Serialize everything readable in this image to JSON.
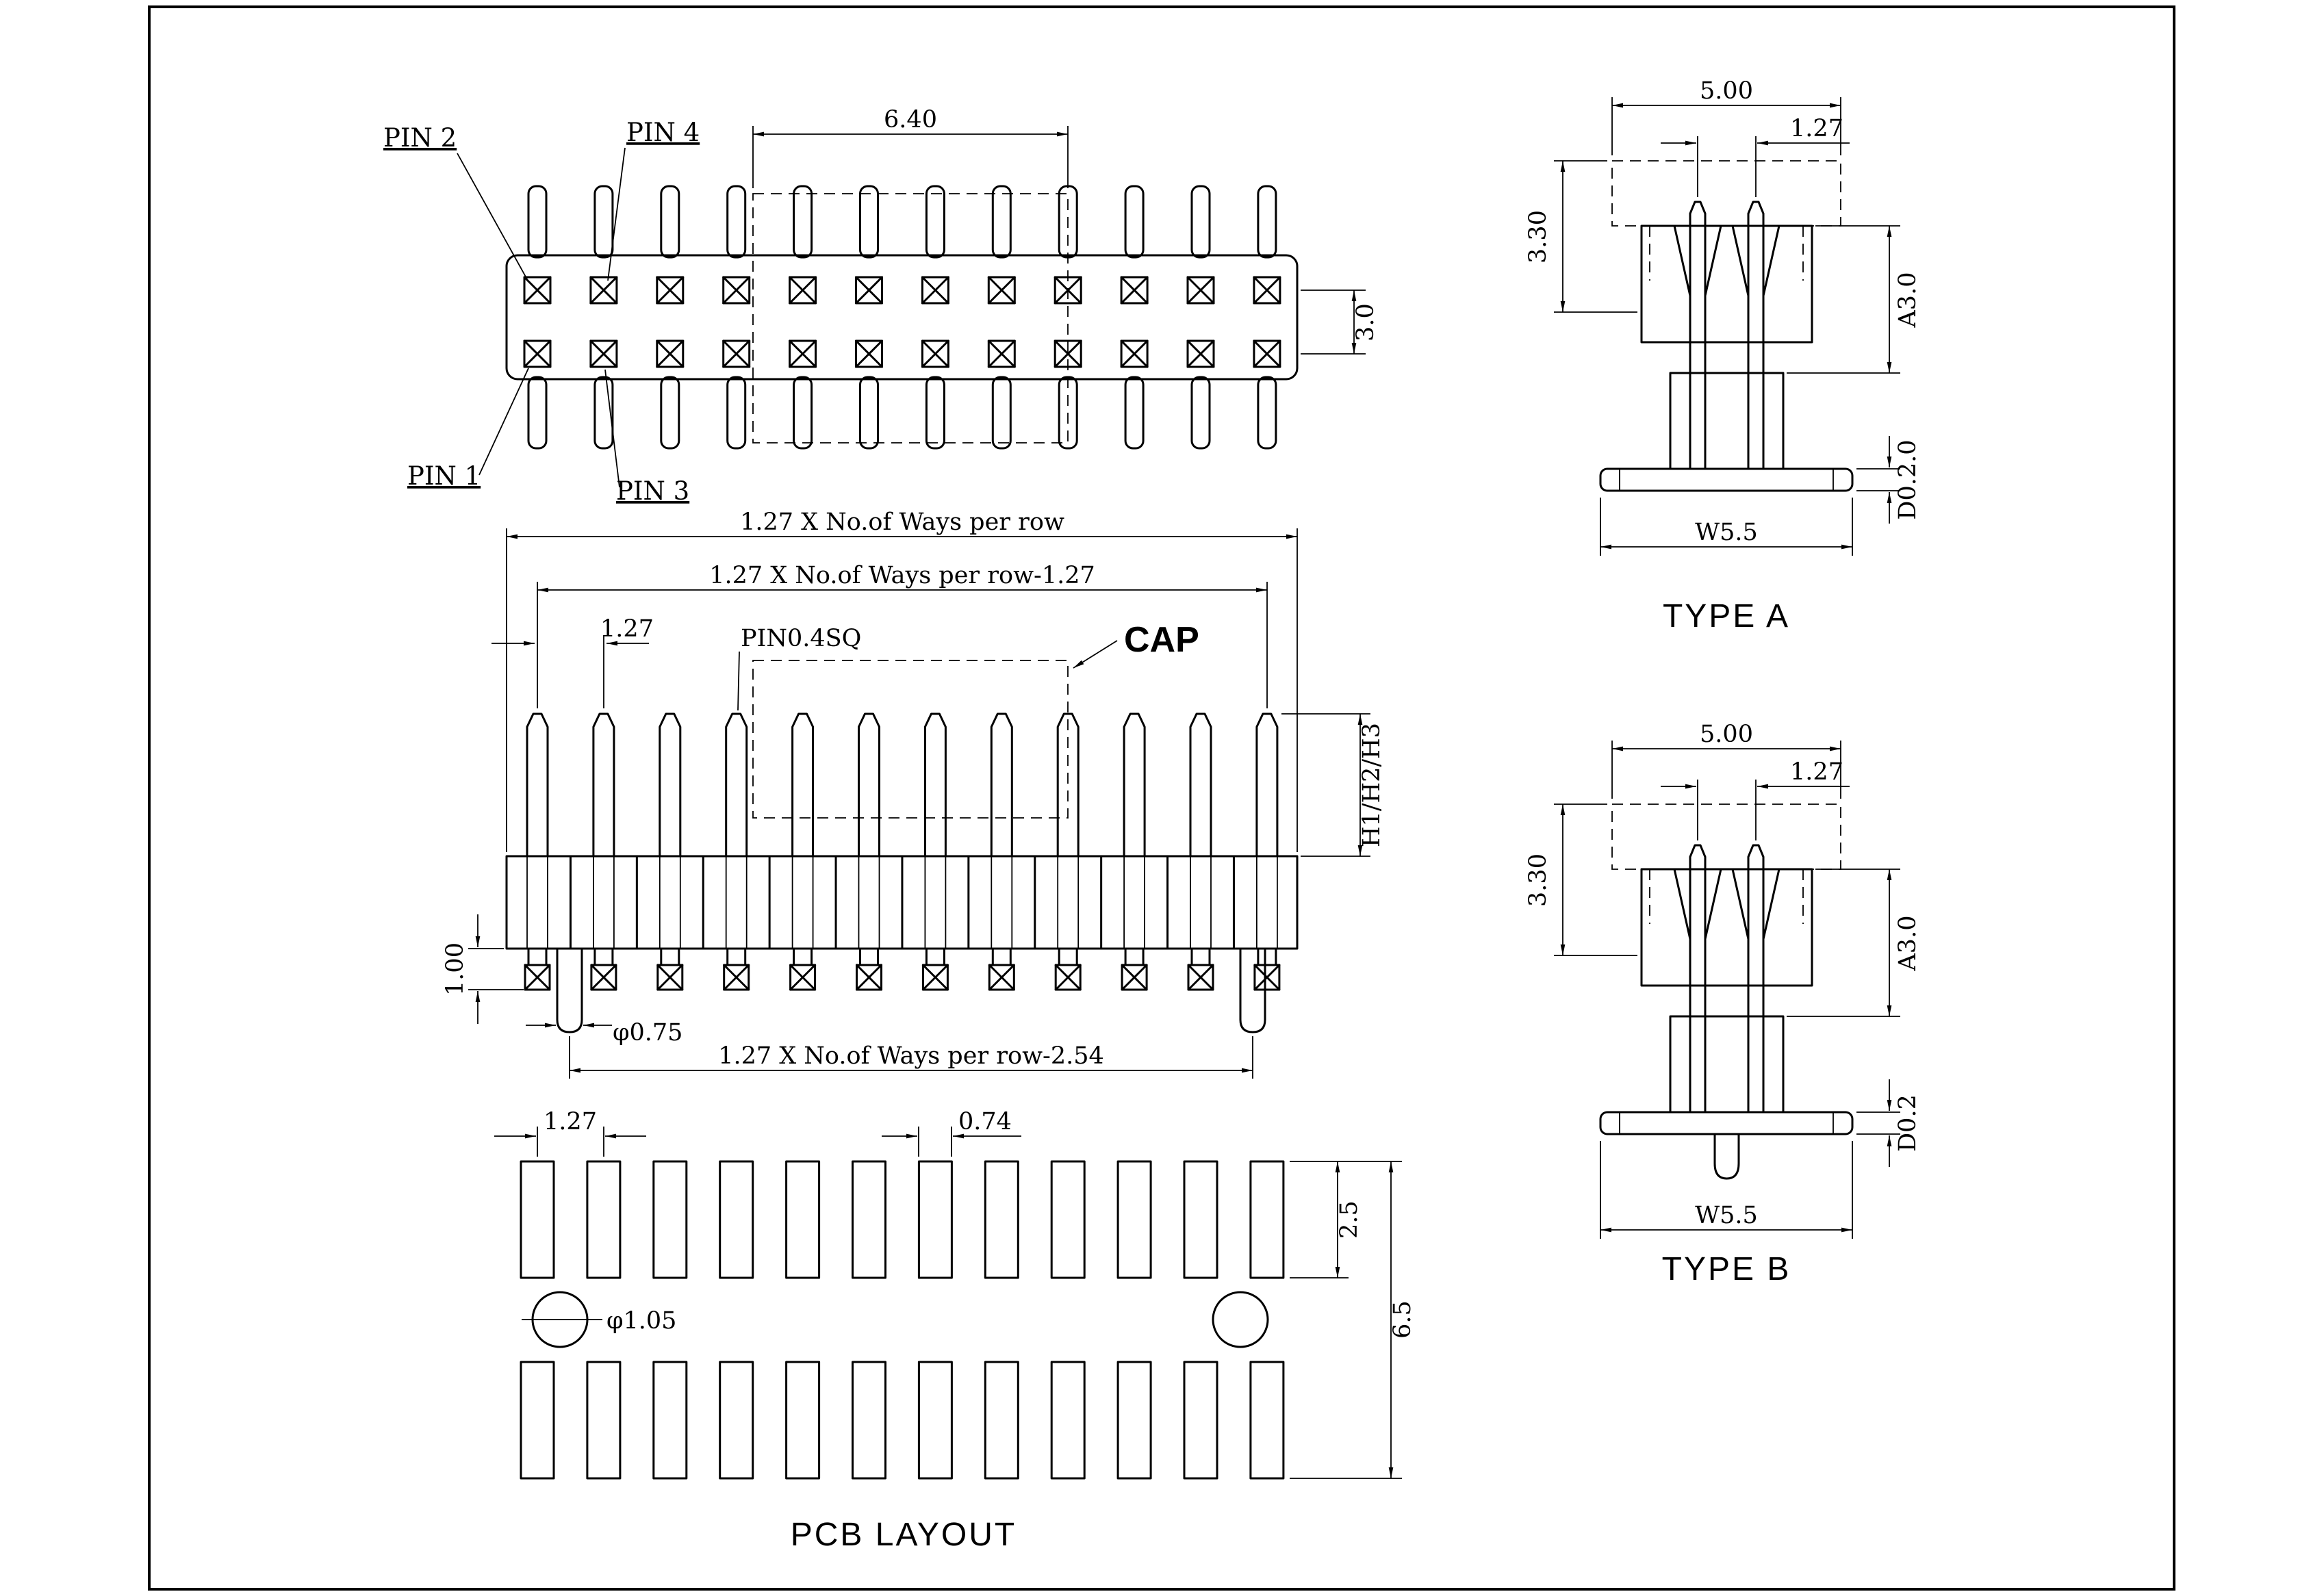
{
  "diagram": {
    "pins_per_row": 12,
    "top_view": {
      "pin1_label": "PIN 1",
      "pin2_label": "PIN 2",
      "pin3_label": "PIN 3",
      "pin4_label": "PIN 4",
      "cap_width_dim": "6.40",
      "row_spacing_dim": "3.0"
    },
    "front_view": {
      "overall_width_dim": "1.27 X No.of Ways per row",
      "pin_span_dim": "1.27 X No.of Ways per row-1.27",
      "pitch_dim": "1.27",
      "pin_size_label": "PIN0.4SQ",
      "cap_label": "CAP",
      "height_dim": "H1/H2/H3",
      "standoff_dim": "1.00",
      "lead_width_dim": "φ0.75",
      "lead_span_dim": "1.27 X No.of Ways per row-2.54"
    },
    "pcb_layout": {
      "title": "PCB LAYOUT",
      "pitch_dim": "1.27",
      "pad_width_dim": "0.74",
      "hole_dia_dim": "φ1.05",
      "pad_height_dim": "2.5",
      "row_span_dim": "6.5"
    },
    "type_a": {
      "title": "TYPE A",
      "cap_width_dim": "5.00",
      "pitch_dim": "1.27",
      "cap_height_dim": "3.30",
      "body_height_dim": "A3.0",
      "standoff_dim": "D0.2.0",
      "lead_span_dim": "W5.5"
    },
    "type_b": {
      "title": "TYPE B",
      "cap_width_dim": "5.00",
      "pitch_dim": "1.27",
      "cap_height_dim": "3.30",
      "body_height_dim": "A3.0",
      "standoff_dim": "D0.2",
      "lead_span_dim": "W5.5"
    }
  }
}
